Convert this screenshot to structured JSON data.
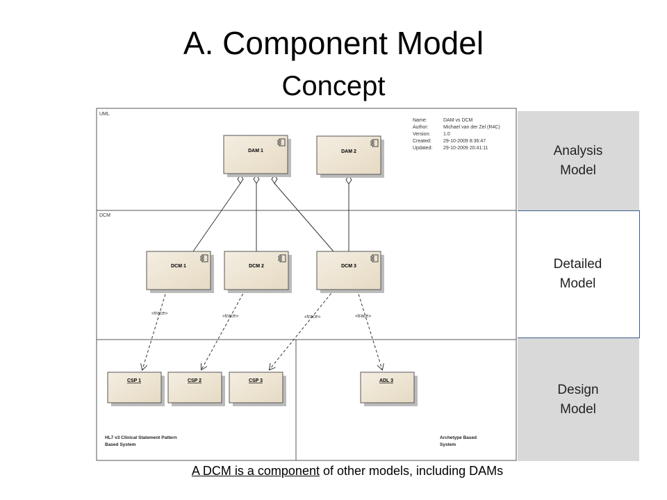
{
  "title": "A. Component Model",
  "subtitle": "Concept",
  "layers": {
    "analysis": {
      "line1": "Analysis",
      "line2": "Model"
    },
    "detailed": {
      "line1": "Detailed",
      "line2": "Model"
    },
    "design": {
      "line1": "Design",
      "line2": "Model"
    }
  },
  "diagram": {
    "uml_label": "UML",
    "dcm_label": "DCM",
    "info": {
      "name_key": "Name:",
      "name_val": "DAM vs DCM",
      "author_key": "Author:",
      "author_val": "Michael van der Zel (R4C)",
      "version_key": "Version:",
      "version_val": "1.0",
      "created_key": "Created:",
      "created_val": "29-10-2009 8:36:47",
      "updated_key": "Updated:",
      "updated_val": "29-10-2009 20:41:11"
    },
    "components": {
      "dam1": "DAM 1",
      "dam2": "DAM 2",
      "dcm1": "DCM 1",
      "dcm2": "DCM 2",
      "dcm3": "DCM 3",
      "csp1": "CSP 1",
      "csp2": "CSP 2",
      "csp3": "CSP 3",
      "adl3": "ADL 3"
    },
    "trace_label": "«trace»",
    "hl7_line1": "HL7 v3 Clinical Statement Pattern",
    "hl7_line2": "Based System",
    "arch_line1": "Archetype Based",
    "arch_line2": "System"
  },
  "caption": {
    "underlined": "A DCM is a component",
    "rest": " of other models, including DAMs"
  },
  "colors": {
    "component_fill": "#efe6d6",
    "layer_gray": "#d9d9d9",
    "detailed_border": "#3a5a8c"
  }
}
